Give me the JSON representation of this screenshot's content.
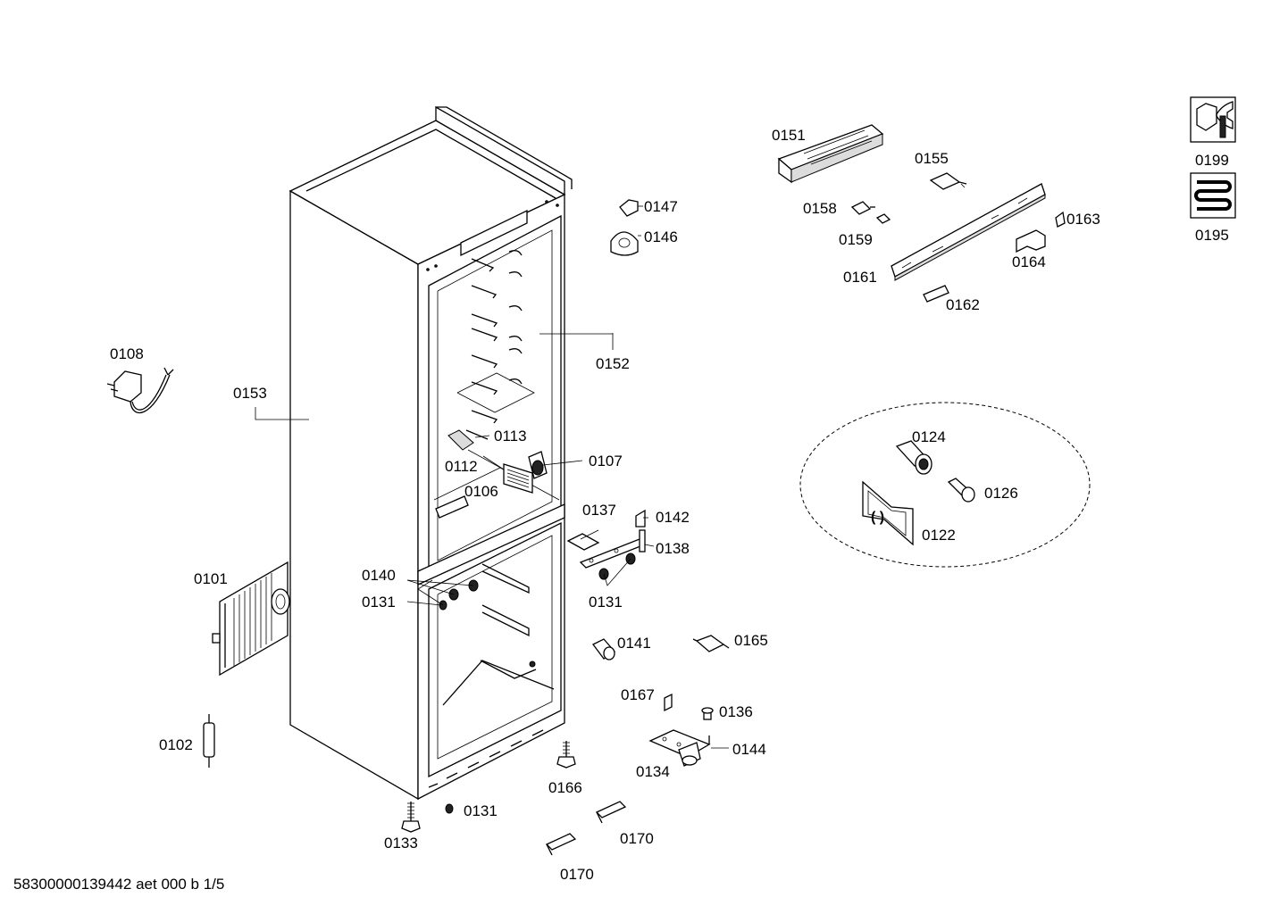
{
  "footer": "58300000139442 aet 000 b 1/5",
  "labels": {
    "p0101": "0101",
    "p0102": "0102",
    "p0106": "0106",
    "p0107": "0107",
    "p0108": "0108",
    "p0112": "0112",
    "p0113": "0113",
    "p0122": "0122",
    "p0124": "0124",
    "p0126": "0126",
    "p0131a": "0131",
    "p0131b": "0131",
    "p0131c": "0131",
    "p0133": "0133",
    "p0134": "0134",
    "p0136": "0136",
    "p0137": "0137",
    "p0138": "0138",
    "p0140": "0140",
    "p0141": "0141",
    "p0142": "0142",
    "p0144": "0144",
    "p0146": "0146",
    "p0147": "0147",
    "p0151": "0151",
    "p0152": "0152",
    "p0153": "0153",
    "p0155": "0155",
    "p0158": "0158",
    "p0159": "0159",
    "p0161": "0161",
    "p0162": "0162",
    "p0163": "0163",
    "p0164": "0164",
    "p0165": "0165",
    "p0166": "0166",
    "p0167": "0167",
    "p0170a": "0170",
    "p0170b": "0170",
    "p0195": "0195",
    "p0199": "0199"
  },
  "icons": {
    "service": "nut-and-wrench-icon",
    "heating": "heating-coil-icon"
  }
}
